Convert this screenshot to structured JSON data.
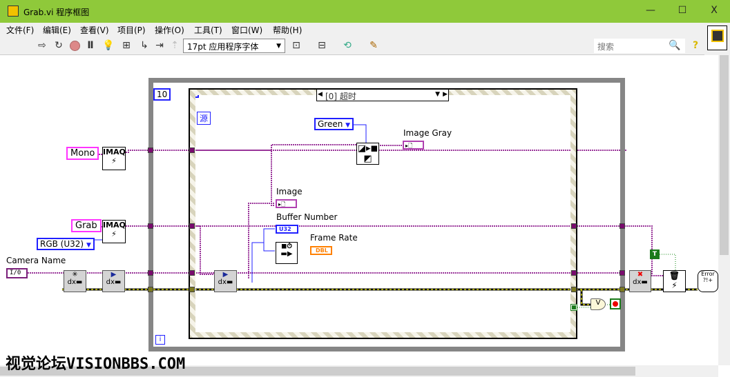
{
  "window": {
    "title": "Grab.vi 程序框图",
    "minimize": "—",
    "maximize": "☐",
    "close": "X"
  },
  "menu": [
    "文件(F)",
    "编辑(E)",
    "查看(V)",
    "项目(P)",
    "操作(O)",
    "工具(T)",
    "窗口(W)",
    "帮助(H)"
  ],
  "toolbar": {
    "font": "17pt 应用程序字体",
    "search_placeholder": "搜索",
    "help": "?"
  },
  "diagram": {
    "loop_count": "10",
    "case_selector": "[0] 超时",
    "event_source": "源",
    "mono": "Mono",
    "grab": "Grab",
    "image_type": "RGB (U32)",
    "camera_name_label": "Camera Name",
    "camera_io": "I/0",
    "color_plane": "Green",
    "image_gray_label": "Image Gray",
    "image_label": "Image",
    "buffer_number_label": "Buffer Number",
    "buffer_type": "U32",
    "frame_rate_label": "Frame Rate",
    "frame_rate_type": "DBL",
    "imaq": "IMAQ",
    "true_const": "T",
    "loop_iter": "i",
    "or": "V",
    "error": "Error"
  },
  "watermark": "视觉论坛VISIONBBS.COM",
  "colors": {
    "titlebar": "#8fc93a",
    "image_wire": "#993399",
    "error_wire": "#c8c800",
    "numeric": "#1f1fff"
  }
}
